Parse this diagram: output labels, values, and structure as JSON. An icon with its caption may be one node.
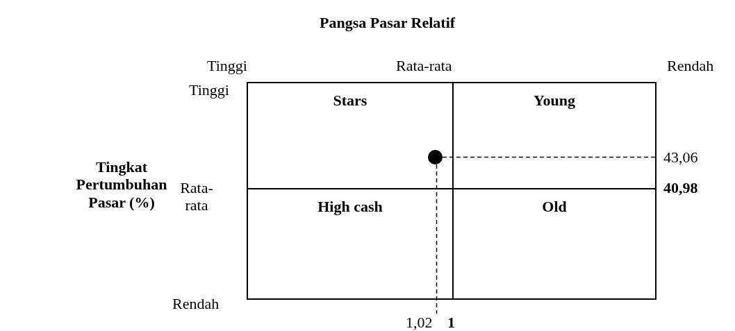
{
  "diagram": {
    "title": "Pangsa Pasar Relatif",
    "nodes": [
      {
        "text": [
          "Stars"
        ]
      },
      {
        "text": [
          "Young"
        ]
      },
      {
        "text": [
          "High cash"
        ]
      },
      {
        "text": [
          "Old"
        ]
      }
    ],
    "labels": [
      "Tinggi",
      "Rata-rata",
      "Rendah",
      "Tinggi",
      "Tingkat Pertumbuhan Pasar (%)",
      "43,06",
      "Rata-rata",
      "40,98",
      "Rendah",
      "1,02",
      "1"
    ]
  }
}
